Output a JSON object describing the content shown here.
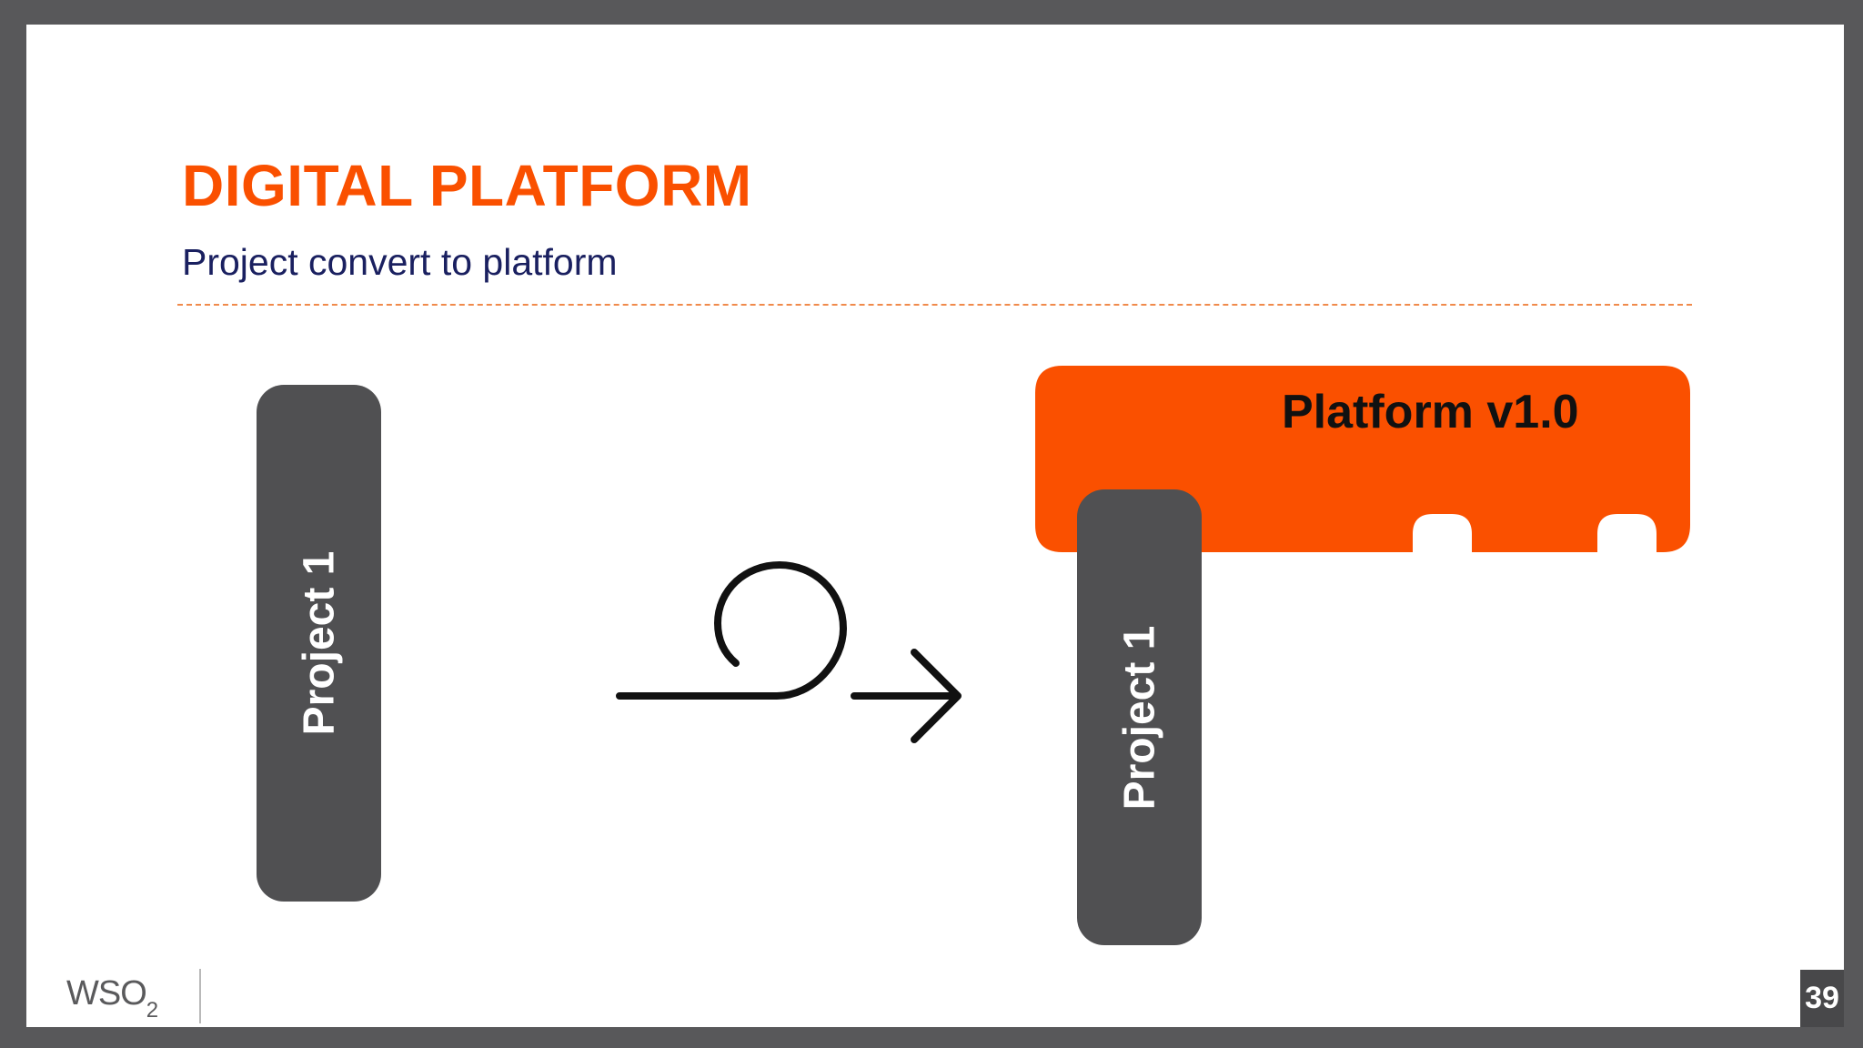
{
  "slide": {
    "title": "DIGITAL PLATFORM",
    "subtitle": "Project convert to platform",
    "page_number": "39"
  },
  "diagram": {
    "left_pillar_label": "Project 1",
    "right_pillar_label": "Project 1",
    "platform_label": "Platform v1.0",
    "transition_icon": "loop-arrow-icon"
  },
  "logo": {
    "text": "WSO",
    "subscript": "2"
  },
  "colors": {
    "accent": "#fa5000",
    "pillar": "#505052",
    "subtitle": "#1a2060",
    "frame": "#58585a"
  }
}
